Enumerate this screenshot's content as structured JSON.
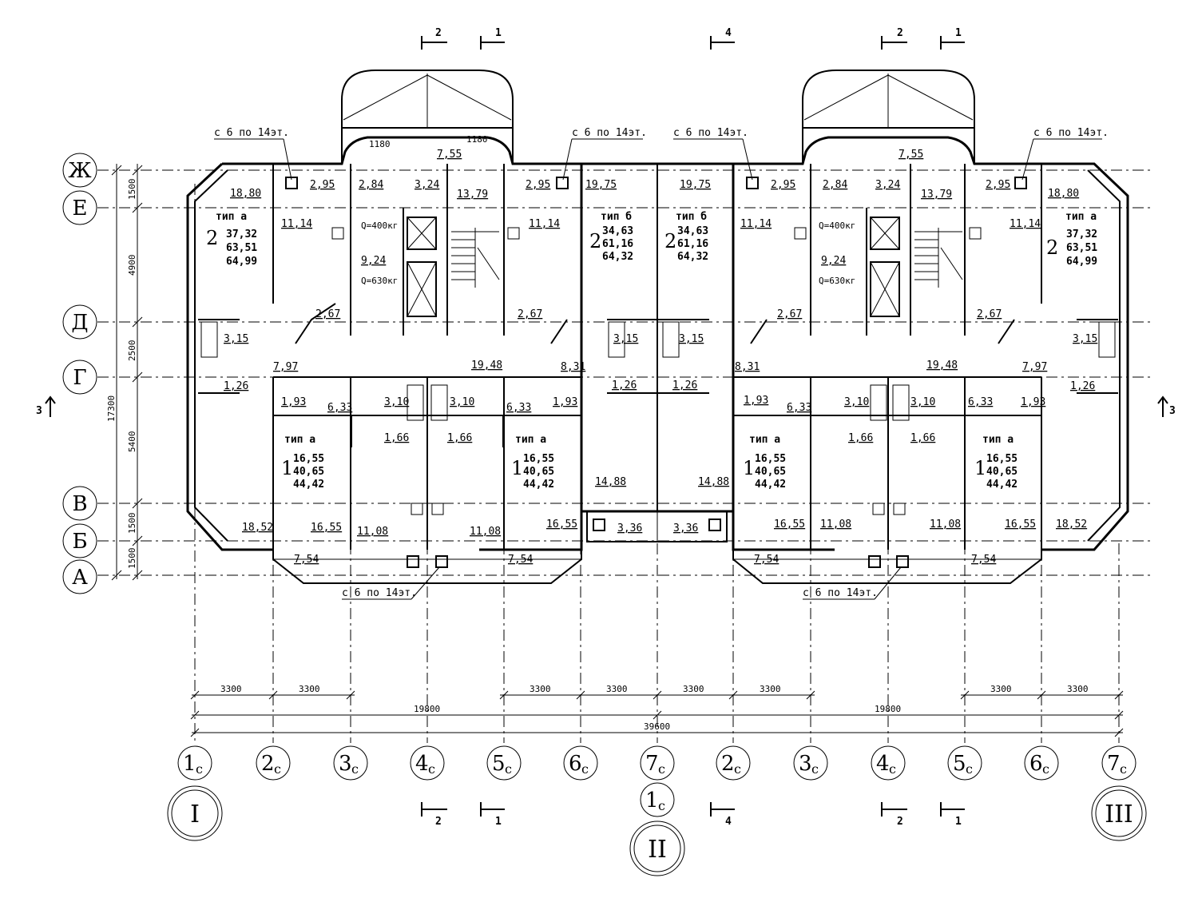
{
  "row_axes": [
    "Ж",
    "Е",
    "Д",
    "Г",
    "В",
    "Б",
    "А"
  ],
  "col_axes": [
    {
      "num": "1",
      "sub": "с"
    },
    {
      "num": "2",
      "sub": "с"
    },
    {
      "num": "3",
      "sub": "с"
    },
    {
      "num": "4",
      "sub": "с"
    },
    {
      "num": "5",
      "sub": "с"
    },
    {
      "num": "6",
      "sub": "с"
    },
    {
      "num": "7",
      "sub": "с"
    },
    {
      "num": "2",
      "sub": "с"
    },
    {
      "num": "3",
      "sub": "с"
    },
    {
      "num": "4",
      "sub": "с"
    },
    {
      "num": "5",
      "sub": "с"
    },
    {
      "num": "6",
      "sub": "с"
    },
    {
      "num": "7",
      "sub": "с"
    }
  ],
  "extra_col_axis": {
    "num": "1",
    "sub": "с"
  },
  "sections": [
    "I",
    "II",
    "III"
  ],
  "vertical_dims": [
    "1500",
    "4900",
    "2500",
    "5400",
    "1500",
    "1500"
  ],
  "total_vertical_dim": "17300",
  "horizontal_dims": [
    "3300",
    "3300",
    "3300",
    "3300",
    "3300",
    "3300",
    "3300",
    "3300"
  ],
  "half_dims": [
    "19800",
    "19800"
  ],
  "total_dim": "39600",
  "section_cuts": [
    "2",
    "1",
    "4",
    "2",
    "1",
    "3"
  ],
  "notes": {
    "floors": "с 6 по 14эт."
  },
  "door_dims": [
    "1180",
    "1180"
  ],
  "elevator": {
    "small": "Q=400кг",
    "large": "Q=630кг"
  },
  "apartments": [
    {
      "count": "2",
      "type": "тип а",
      "living": "37,32",
      "total": "63,51",
      "gross": "64,99"
    },
    {
      "count": "2",
      "type": "тип б",
      "living": "34,63",
      "total": "61,16",
      "gross": "64,32"
    },
    {
      "count": "2",
      "type": "тип б",
      "living": "34,63",
      "total": "61,16",
      "gross": "64,32"
    },
    {
      "count": "2",
      "type": "тип а",
      "living": "37,32",
      "total": "63,51",
      "gross": "64,99"
    },
    {
      "count": "1",
      "type": "тип а",
      "living": "16,55",
      "total": "40,65",
      "gross": "44,42"
    },
    {
      "count": "1",
      "type": "тип а",
      "living": "16,55",
      "total": "40,65",
      "gross": "44,42"
    },
    {
      "count": "1",
      "type": "тип а",
      "living": "16,55",
      "total": "40,65",
      "gross": "44,42"
    },
    {
      "count": "1",
      "type": "тип а",
      "living": "16,55",
      "total": "40,65",
      "gross": "44,42"
    }
  ],
  "room_areas": [
    "18,80",
    "2,95",
    "2,84",
    "3,24",
    "7,55",
    "13,79",
    "2,95",
    "19,75",
    "19,75",
    "2,95",
    "2,84",
    "3,24",
    "7,55",
    "13,79",
    "2,95",
    "18,80",
    "11,14",
    "11,14",
    "11,14",
    "11,14",
    "9,24",
    "9,24",
    "2,67",
    "2,67",
    "2,67",
    "2,67",
    "3,15",
    "3,15",
    "3,15",
    "3,15",
    "7,97",
    "19,48",
    "8,31",
    "8,31",
    "19,48",
    "7,97",
    "1,26",
    "1,26",
    "1,26",
    "1,26",
    "1,93",
    "6,33",
    "3,10",
    "3,10",
    "6,33",
    "1,93",
    "1,93",
    "6,33",
    "3,10",
    "3,10",
    "6,33",
    "1,93",
    "1,66",
    "1,66",
    "1,66",
    "1,66",
    "14,88",
    "14,88",
    "18,52",
    "16,55",
    "11,08",
    "11,08",
    "16,55",
    "3,36",
    "3,36",
    "16,55",
    "11,08",
    "11,08",
    "16,55",
    "18,52",
    "7,54",
    "7,54",
    "7,54",
    "7,54"
  ]
}
